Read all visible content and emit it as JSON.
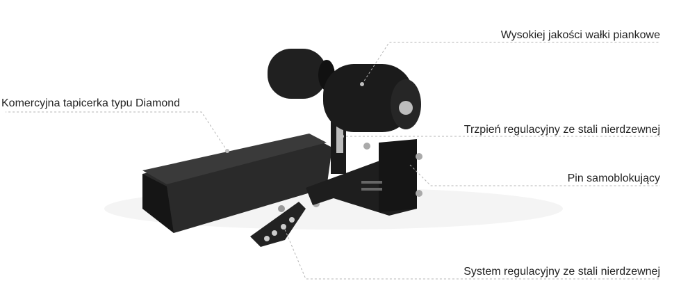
{
  "callouts": {
    "rollers": "Wysokiej jakości wałki piankowe",
    "upholstery": "Komercyjna tapicerka typu Diamond",
    "pin_shaft": "Trzpień regulacyjny ze stali nierdzewnej",
    "lock_pin": "Pin samoblokujący",
    "adjust_system": "System regulacyjny ze stali nierdzewnej"
  },
  "colors": {
    "product": "#1c1c1c",
    "leader": "#b5b5b5",
    "text": "#222222"
  }
}
